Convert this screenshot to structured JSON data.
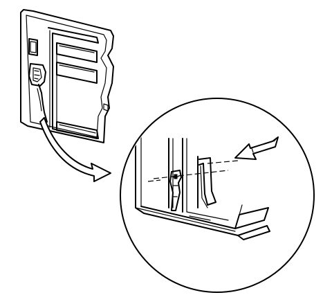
{
  "figure": {
    "background": "#ffffff",
    "ink_color": "#000000",
    "components": [
      {
        "name": "door-panel",
        "icon": "door-panel-outline"
      },
      {
        "name": "latch-handle-assembly",
        "icon": "latch-mechanism"
      },
      {
        "name": "linkage-rod",
        "icon": "rod"
      },
      {
        "name": "callout-arrow",
        "icon": "curved-arrow"
      },
      {
        "name": "detail-magnifier",
        "icon": "magnifier-circle"
      },
      {
        "name": "rod-clip",
        "icon": "retaining-clip"
      },
      {
        "name": "direction-arrow",
        "icon": "block-arrow"
      }
    ]
  }
}
